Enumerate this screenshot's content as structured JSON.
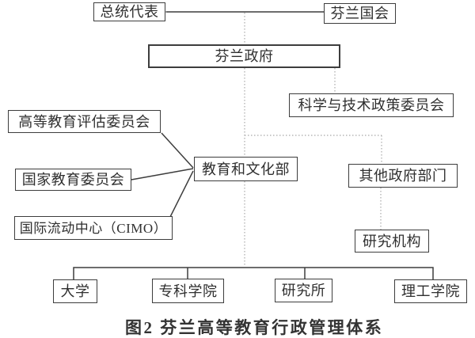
{
  "figure": {
    "caption": "图2 芬兰高等教育行政管理体系",
    "nodes": {
      "president_rep": "总统代表",
      "parliament": "芬兰国会",
      "government": "芬兰政府",
      "sci_tech_policy": "科学与技术政策委员会",
      "he_evaluation": "高等教育评估委员会",
      "edu_culture_ministry": "教育和文化部",
      "other_gov": "其他政府部门",
      "national_edu": "国家教育委员会",
      "cimo": "国际流动中心（CIMO）",
      "research_org": "研究机构",
      "university": "大学",
      "polytechnic": "专科学院",
      "research_institute": "研究所",
      "tech_college": "理工学院"
    },
    "colors": {
      "background": "#ffffff",
      "box_border": "#3d3d3d",
      "solid_line": "#3d3d3d",
      "dotted_line": "#a9a9a9",
      "text": "#2f2f2f"
    }
  }
}
